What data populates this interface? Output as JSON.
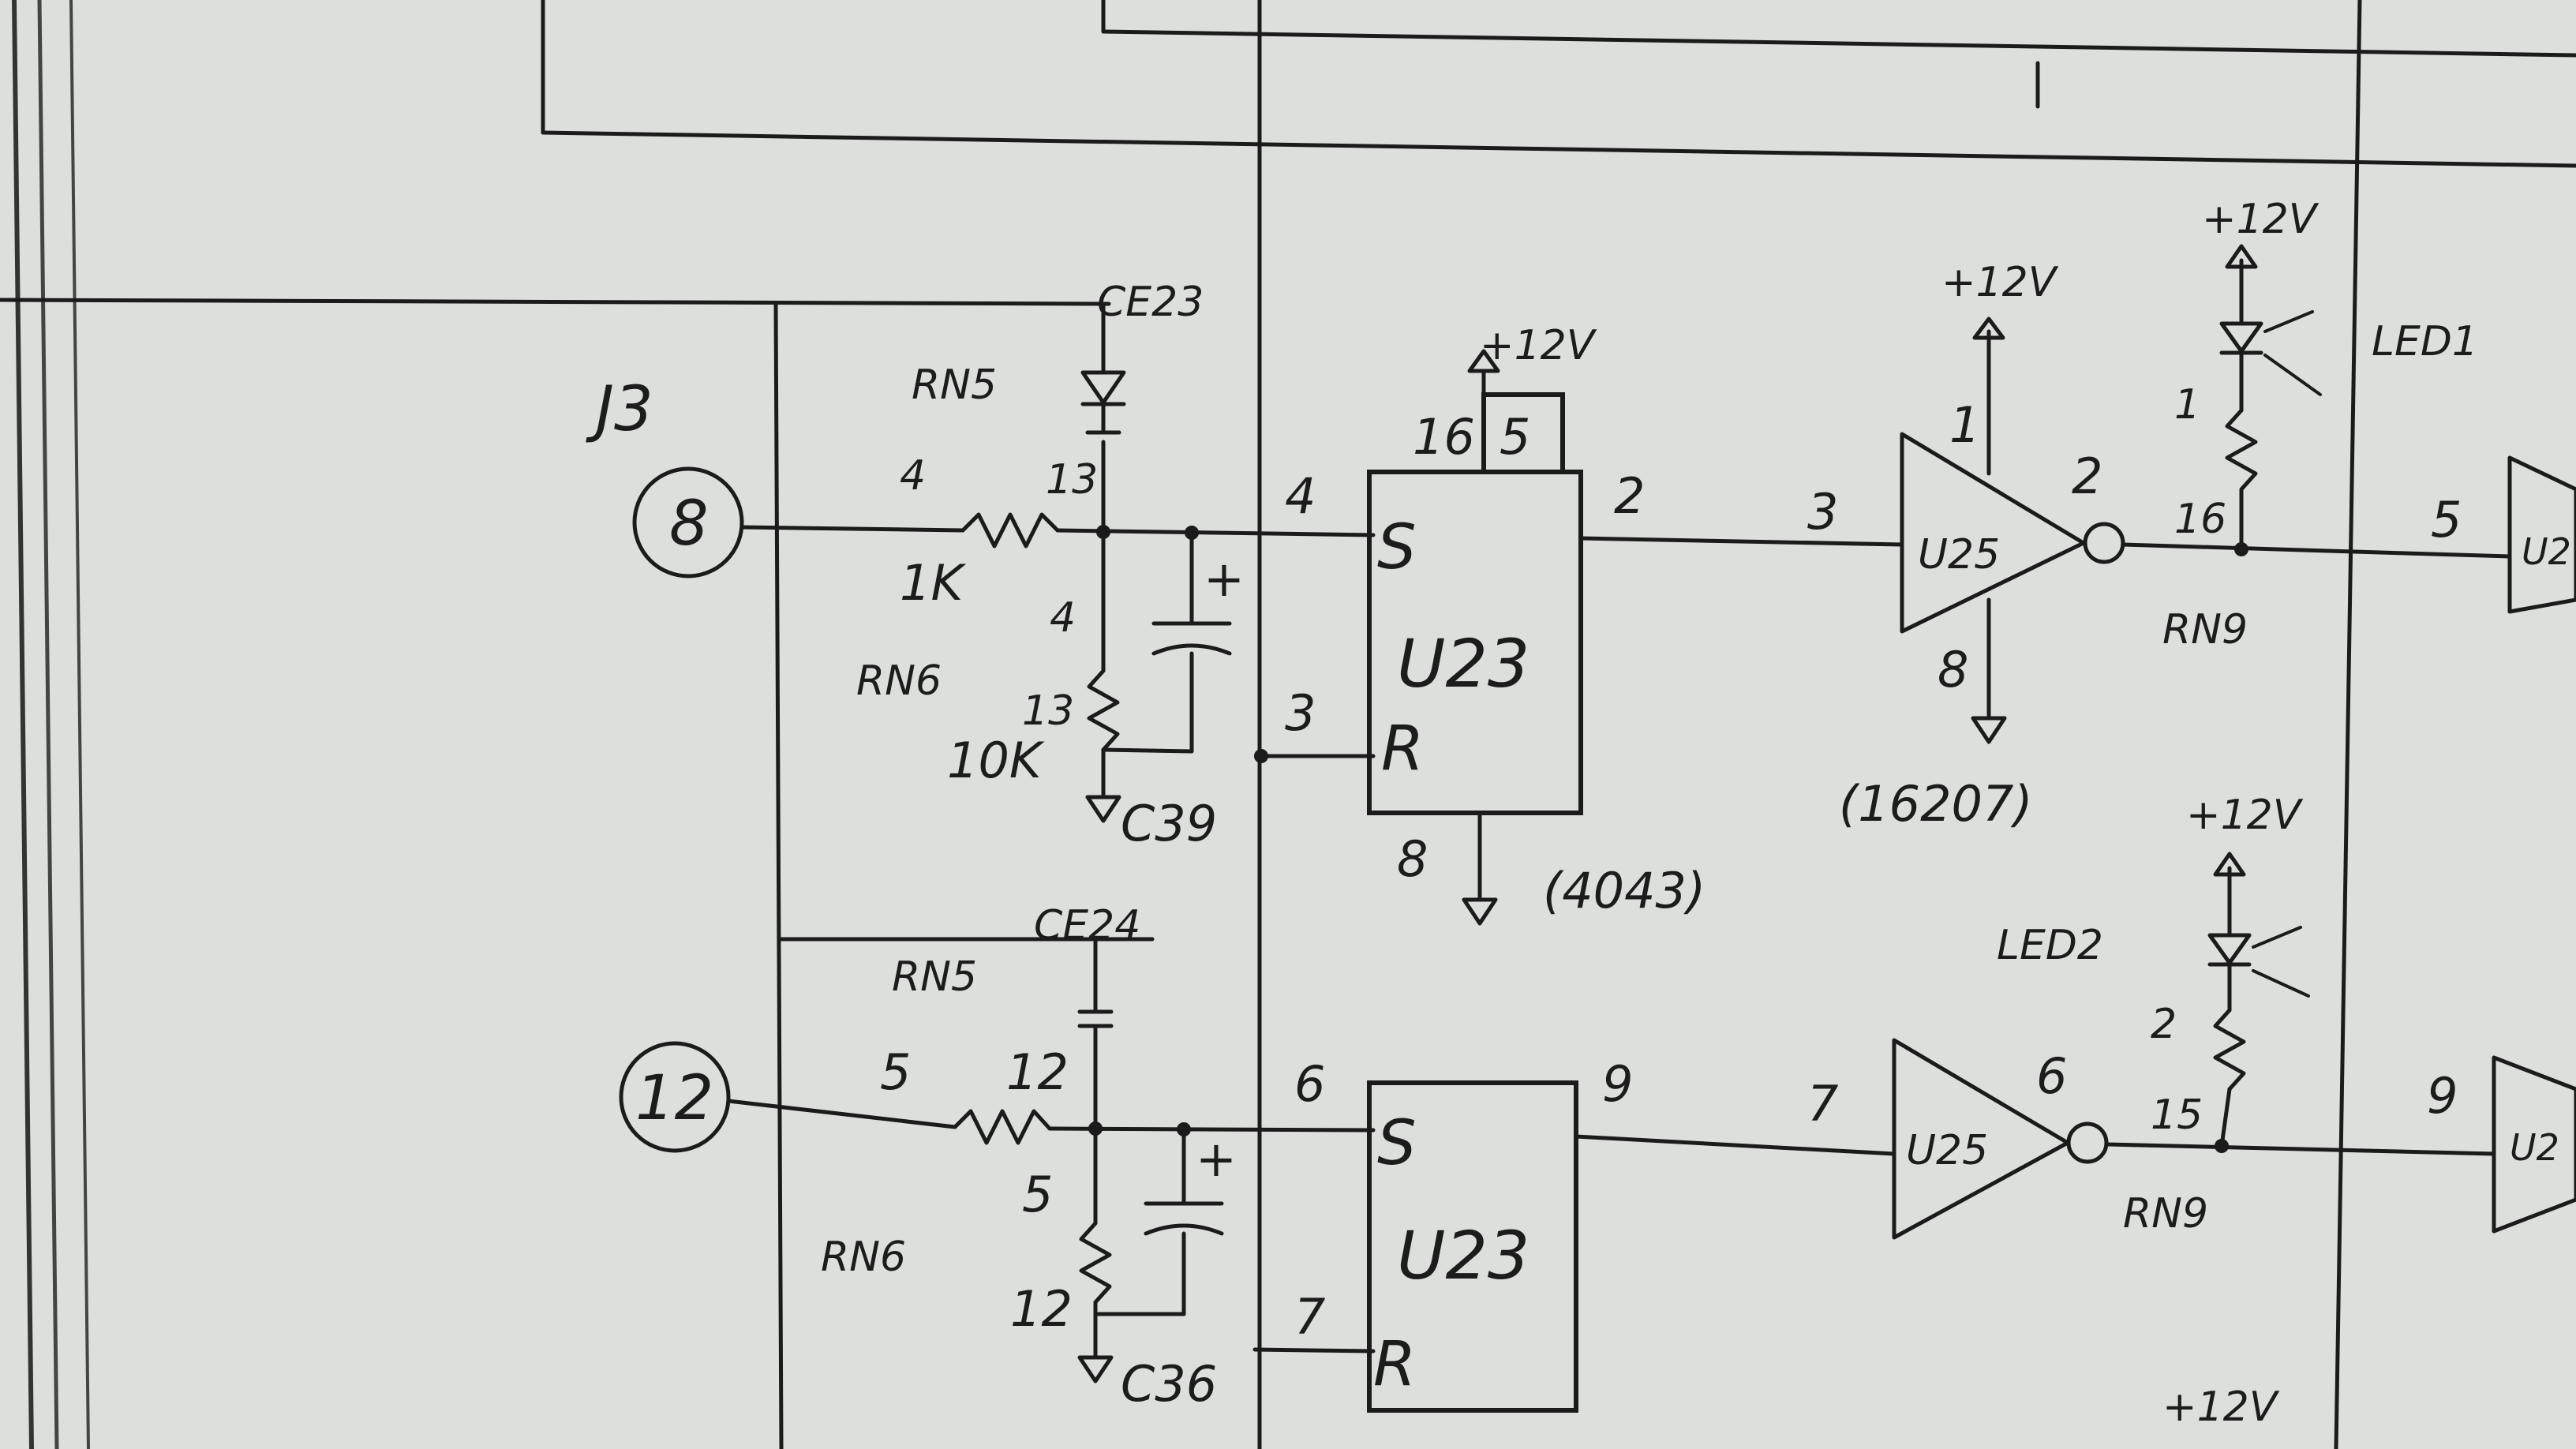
{
  "connector": {
    "name": "J3",
    "pins": [
      "8",
      "12"
    ]
  },
  "upper_channel": {
    "ferrite": "CE23",
    "network_top": "RN5",
    "in_pin": "4",
    "rn5_pin": "13",
    "series_resistor_value": "1K",
    "rn6_pin_a": "4",
    "network_bottom": "RN6",
    "rn6_pin_b": "13",
    "pulldown_value": "10K",
    "capacitor": "C39",
    "polarity": "+",
    "latch_chip": "U23",
    "latch_set_pin": "4",
    "latch_set_label": "S",
    "latch_reset_pin": "3",
    "latch_reset_label": "R",
    "latch_out_pin": "2",
    "latch_vcc_pin": "16",
    "latch_extra_pin": "5",
    "latch_gnd_pin": "8",
    "latch_part": "(4043)",
    "inverter_in_pin": "3",
    "inverter_out_pin": "2",
    "inverter_chip": "U25",
    "inverter_vcc_pin": "1",
    "inverter_gnd_pin": "8",
    "inverter_part": "(16207)",
    "led": "LED1",
    "led_pin": "1",
    "rn9_pin": "16",
    "pullup_network": "RN9",
    "next_pin": "5",
    "next_chip": "U2",
    "supply": "+12V"
  },
  "lower_channel": {
    "ferrite": "CE24",
    "network_top": "RN5",
    "in_pin": "5",
    "rn5_pin": "12",
    "rn6_pin_a": "5",
    "network_bottom": "RN6",
    "rn6_pin_b": "12",
    "capacitor": "C36",
    "polarity": "+",
    "latch_chip": "U23",
    "latch_set_pin": "6",
    "latch_set_label": "S",
    "latch_reset_pin": "7",
    "latch_reset_label": "R",
    "latch_out_pin": "9",
    "inverter_in_pin": "7",
    "inverter_out_pin": "6",
    "inverter_chip": "U25",
    "led": "LED2",
    "led_pin": "2",
    "rn9_pin": "15",
    "pullup_network": "RN9",
    "next_pin": "9",
    "next_chip": "U2",
    "supply": "+12V"
  },
  "bottom_supply": "+12V"
}
